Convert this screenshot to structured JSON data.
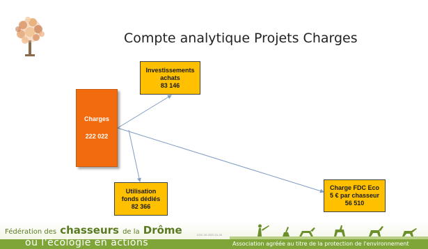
{
  "title": "Compte analytique Projets Charges",
  "boxes": {
    "charges": {
      "label": "Charges",
      "value": "222 022"
    },
    "investissements": {
      "line1": "Investissements",
      "line2": "achats",
      "value": "83 146"
    },
    "utilisation": {
      "line1": "Utilisation",
      "line2": "fonds dédiés",
      "value": "82 366"
    },
    "fdc_eco": {
      "line1": "Charge FDC Eco",
      "line2": "5 € par chasseur",
      "value": "56 510"
    }
  },
  "footer": {
    "fed_prefix": "Fédération des",
    "fed_chasseurs": "chasseurs",
    "fed_de_la": "de la",
    "fed_drome": "Drôme",
    "slogan": "ou l'écologie en actions",
    "small_code": "DOC 26 2022-01-26",
    "association": "Association agréée au titre de la protection de l'environnement"
  },
  "colors": {
    "charges_fill": "#f26b0f",
    "box_fill": "#ffc000",
    "connector": "#7f9cc4",
    "footer_green": "#7fa538"
  },
  "icons": {
    "logo": "tree-logo-icon",
    "footer_art": "hunters-silhouette-icon"
  }
}
